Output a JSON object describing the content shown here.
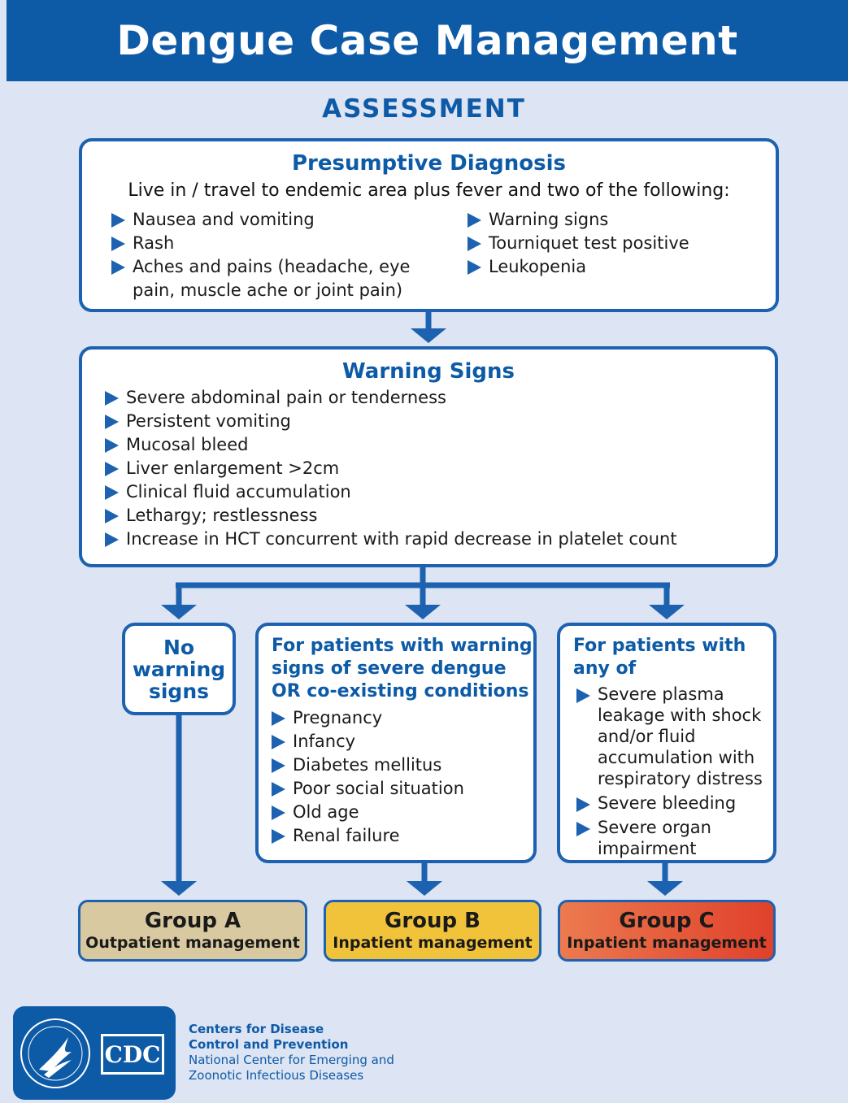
{
  "header": {
    "title": "Dengue Case Management"
  },
  "section_title": "ASSESSMENT",
  "presumptive": {
    "title": "Presumptive Diagnosis",
    "lead": "Live in / travel to endemic area plus fever and two of the following:",
    "left_items": [
      "Nausea and vomiting",
      "Rash",
      "Aches and pains (headache, eye pain, muscle ache or joint pain)"
    ],
    "right_items": [
      "Warning signs",
      "Tourniquet test positive",
      "Leukopenia"
    ]
  },
  "warning_signs": {
    "title": "Warning Signs",
    "items": [
      "Severe abdominal pain or tenderness",
      "Persistent vomiting",
      "Mucosal bleed",
      "Liver enlargement >2cm",
      "Clinical fluid accumulation",
      "Lethargy; restlessness",
      "Increase in HCT concurrent with rapid decrease in platelet count"
    ]
  },
  "branches": {
    "no_warning": {
      "title": "No warning signs"
    },
    "group_b_criteria": {
      "title": "For patients with warning signs of severe dengue OR co-existing conditions",
      "items": [
        "Pregnancy",
        "Infancy",
        "Diabetes mellitus",
        "Poor social situation",
        "Old age",
        "Renal failure"
      ]
    },
    "group_c_criteria": {
      "title": "For patients with any of",
      "items": [
        "Severe plasma leakage with shock and/or fluid accumulation with respiratory distress",
        "Severe bleeding",
        "Severe organ impairment"
      ]
    }
  },
  "groups": [
    {
      "name": "Group A",
      "management": "Outpatient management"
    },
    {
      "name": "Group B",
      "management": "Inpatient management"
    },
    {
      "name": "Group C",
      "management": "Inpatient management"
    }
  ],
  "footer": {
    "logo_text": "CDC",
    "line1": "Centers for Disease",
    "line2": "Control and Prevention",
    "line3": "National Center for Emerging and",
    "line4": "Zoonotic Infectious Diseases"
  },
  "colors": {
    "brand_blue": "#0d5aa7",
    "background": "#dde4f3",
    "group_a": "#d8c9a0",
    "group_b": "#f1c33b",
    "group_c": "#e0412b"
  },
  "icons": {
    "bullet": "triangle-right-icon",
    "connector": "arrow-down-icon",
    "seal": "hhs-eagle-seal-icon"
  }
}
